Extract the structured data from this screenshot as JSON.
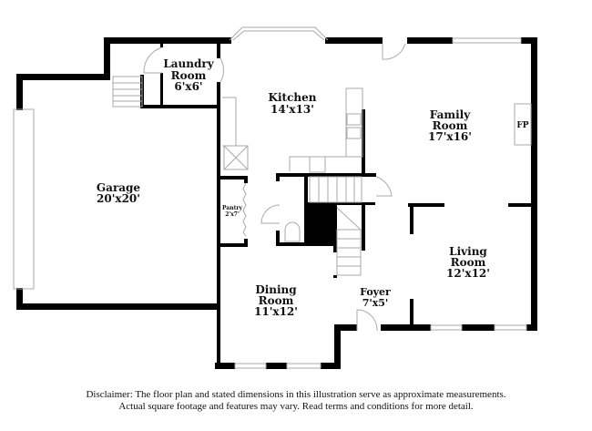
{
  "rooms": {
    "laundry": {
      "name1": "Laundry",
      "name2": "Room",
      "size": "6'x6'"
    },
    "kitchen": {
      "name": "Kitchen",
      "size": "14'x13'"
    },
    "family": {
      "name1": "Family",
      "name2": "Room",
      "size": "17'x16'"
    },
    "fireplace": "FP",
    "garage": {
      "name": "Garage",
      "size": "20'x20'"
    },
    "pantry": {
      "name": "Pantry",
      "size": "2'x7'"
    },
    "living": {
      "name1": "Living",
      "name2": "Room",
      "size": "12'x12'"
    },
    "dining": {
      "name1": "Dining",
      "name2": "Room",
      "size": "11'x12'"
    },
    "foyer": {
      "name": "Foyer",
      "size": "7'x5'"
    }
  },
  "disclaimer": {
    "line1": "Disclaimer: The floor plan and stated dimensions in this illustration serve as approximate measurements.",
    "line2": "Actual square footage and features may vary. Read terms and conditions for more detail."
  },
  "colors": {
    "wall": "#000000",
    "fixture": "#bbbbbb"
  }
}
